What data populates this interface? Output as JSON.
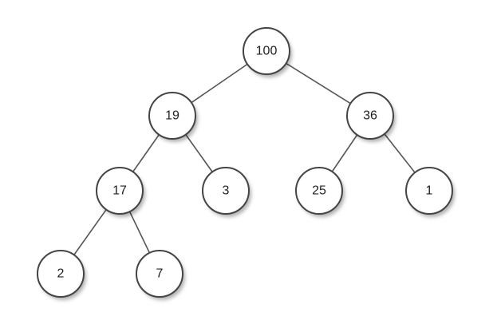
{
  "tree": {
    "nodes": [
      {
        "id": "n100",
        "label": "100"
      },
      {
        "id": "n19",
        "label": "19"
      },
      {
        "id": "n36",
        "label": "36"
      },
      {
        "id": "n17",
        "label": "17"
      },
      {
        "id": "n3",
        "label": "3"
      },
      {
        "id": "n25",
        "label": "25"
      },
      {
        "id": "n1",
        "label": "1"
      },
      {
        "id": "n2",
        "label": "2"
      },
      {
        "id": "n7",
        "label": "7"
      }
    ],
    "edges": [
      [
        "n100",
        "n19"
      ],
      [
        "n100",
        "n36"
      ],
      [
        "n19",
        "n17"
      ],
      [
        "n19",
        "n3"
      ],
      [
        "n36",
        "n25"
      ],
      [
        "n36",
        "n1"
      ],
      [
        "n17",
        "n2"
      ],
      [
        "n17",
        "n7"
      ]
    ]
  }
}
